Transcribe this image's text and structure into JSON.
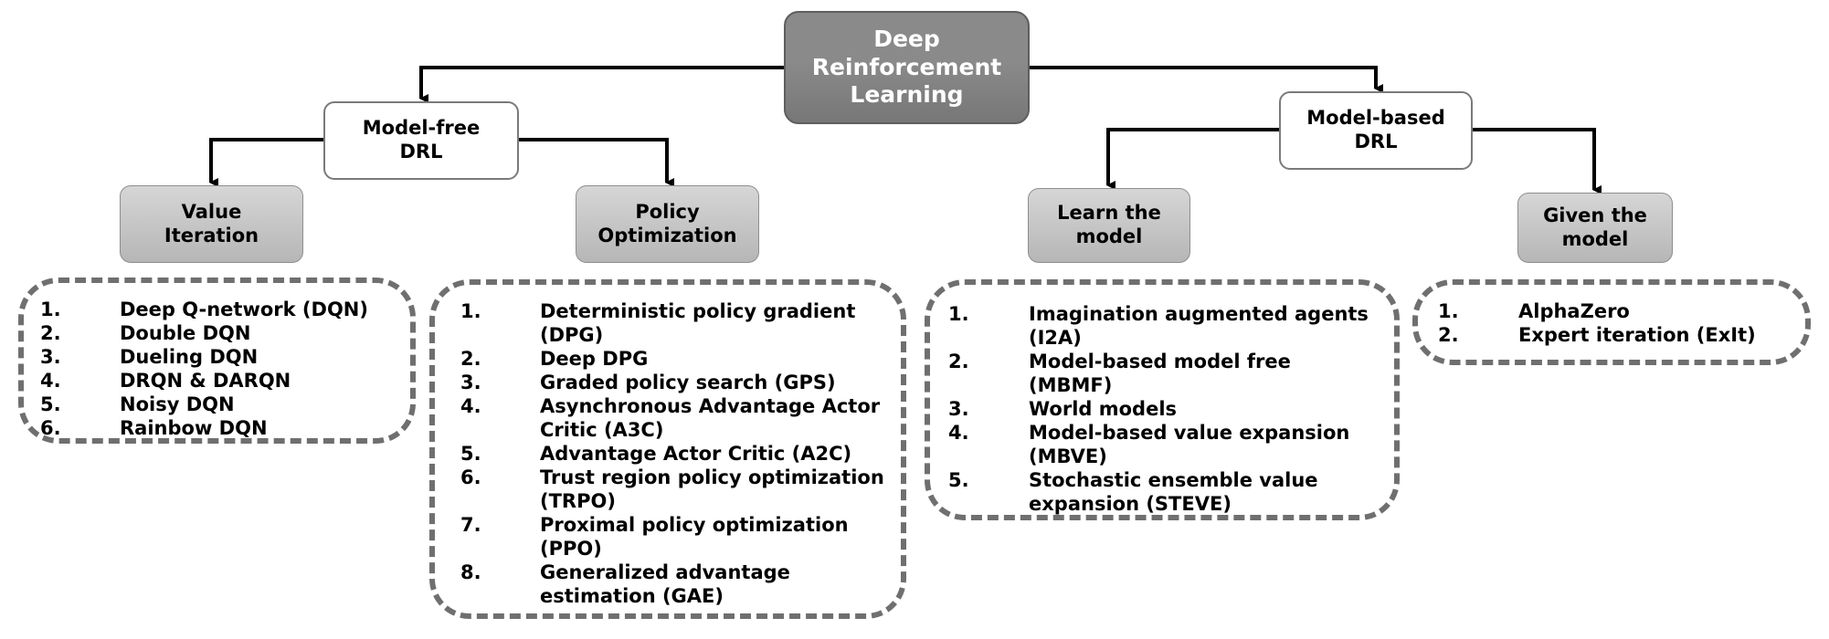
{
  "title": "Deep\nReinforcement\nLearning",
  "branches": {
    "model_free": {
      "label": "Model-free\nDRL",
      "value_iteration": {
        "label": "Value\nIteration",
        "items": [
          {
            "num": "1.",
            "text": "Deep Q-network (DQN)"
          },
          {
            "num": "2.",
            "text": "Double DQN"
          },
          {
            "num": "3.",
            "text": "Dueling DQN"
          },
          {
            "num": "4.",
            "text": "DRQN & DARQN"
          },
          {
            "num": "5.",
            "text": "Noisy DQN"
          },
          {
            "num": "6.",
            "text": "Rainbow DQN"
          }
        ]
      },
      "policy_optimization": {
        "label": "Policy\nOptimization",
        "items": [
          {
            "num": "1.",
            "text": "Deterministic policy gradient\n(DPG)"
          },
          {
            "num": "2.",
            "text": "Deep DPG"
          },
          {
            "num": "3.",
            "text": "Graded policy search (GPS)"
          },
          {
            "num": "4.",
            "text": "Asynchronous Advantage Actor\nCritic (A3C)"
          },
          {
            "num": "5.",
            "text": "Advantage Actor Critic (A2C)"
          },
          {
            "num": "6.",
            "text": "Trust region policy optimization\n(TRPO)"
          },
          {
            "num": "7.",
            "text": "Proximal policy optimization\n(PPO)"
          },
          {
            "num": "8.",
            "text": "Generalized advantage\nestimation (GAE)"
          }
        ]
      }
    },
    "model_based": {
      "label": "Model-based\nDRL",
      "learn_model": {
        "label": "Learn the\nmodel",
        "items": [
          {
            "num": "1.",
            "text": "Imagination augmented agents\n(I2A)"
          },
          {
            "num": "2.",
            "text": "Model-based model free\n(MBMF)"
          },
          {
            "num": "3.",
            "text": "World models"
          },
          {
            "num": "4.",
            "text": "Model-based value expansion\n(MBVE)"
          },
          {
            "num": "5.",
            "text": "Stochastic ensemble value\nexpansion (STEVE)"
          }
        ]
      },
      "given_model": {
        "label": "Given the\nmodel",
        "items": [
          {
            "num": "1.",
            "text": "AlphaZero"
          },
          {
            "num": "2.",
            "text": "Expert iteration (ExIt)"
          }
        ]
      }
    }
  },
  "colors": {
    "root_fill": "#8a8a8a",
    "category_fill": "#c4c4c4",
    "dashed_border": "#6f6f6f",
    "connector": "#000000"
  }
}
